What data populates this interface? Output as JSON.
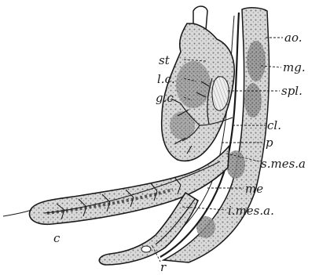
{
  "labels": {
    "ao": "ao.",
    "mg": "mg.",
    "spl": "spl.",
    "st": "st",
    "lc": "l.c.",
    "gc": "g.c",
    "cl": "cl.",
    "p": "p",
    "s_mes_a": "s.mes.a",
    "me": "me",
    "i_mes_a": "i.mes.a.",
    "c": "c",
    "r": "r"
  },
  "colors": {
    "ink": "#1a1a1a",
    "shade": "#8a8a8a",
    "light_shade": "#c9c9c9",
    "paper": "#ffffff"
  }
}
